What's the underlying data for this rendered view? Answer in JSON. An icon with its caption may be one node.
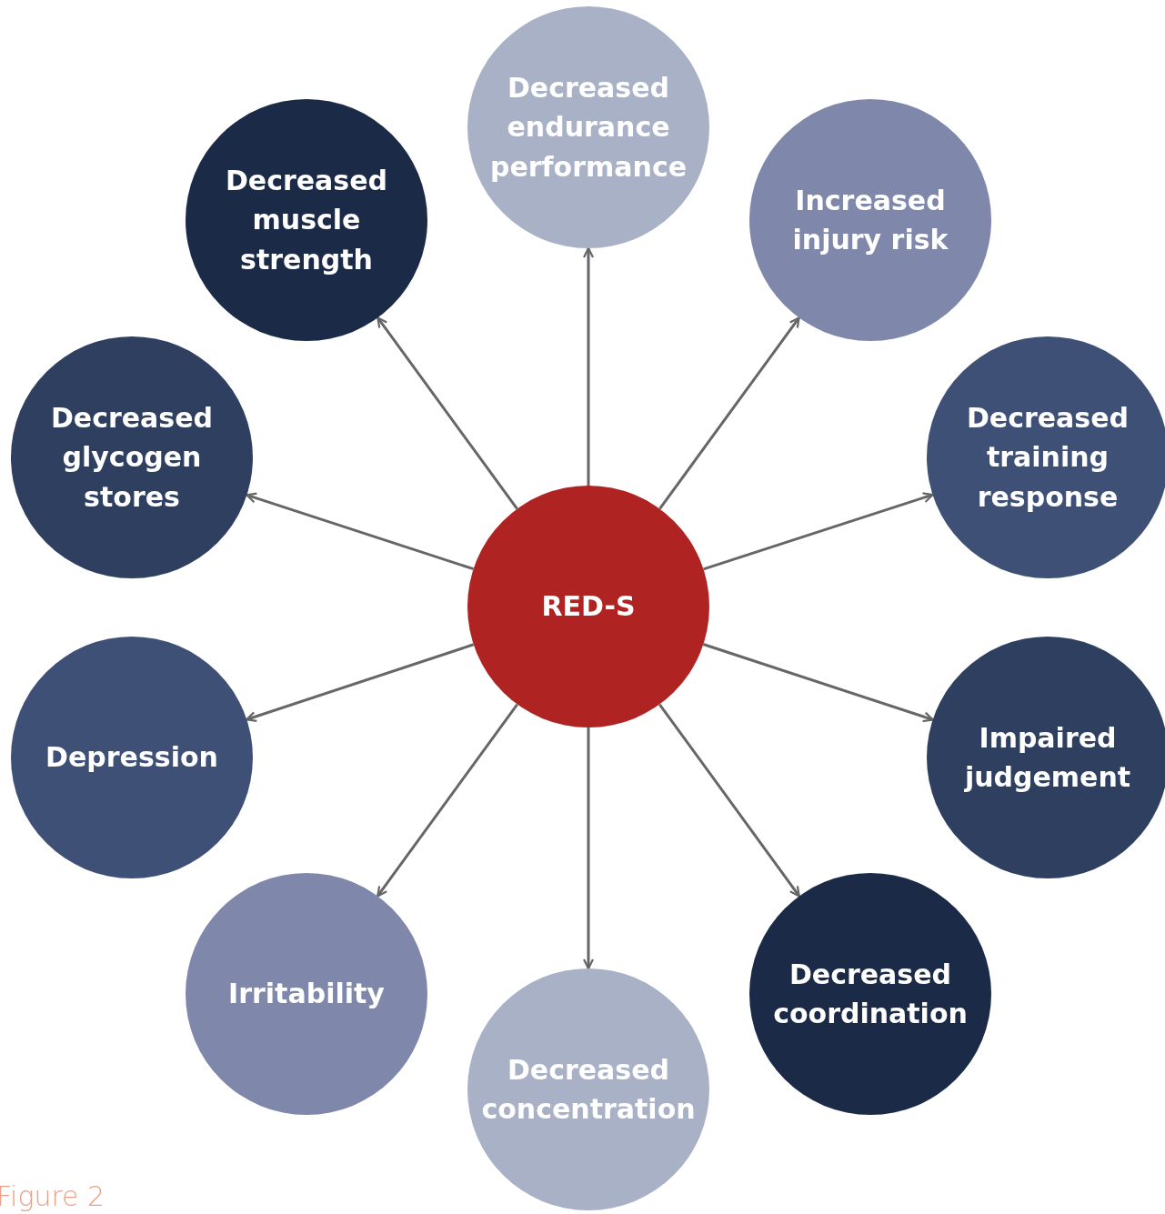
{
  "diagram": {
    "caption": "Figure 2",
    "nodes": [
      {
        "text": [
          "RED-S"
        ]
      },
      {
        "text": [
          "Decreased endurance performance"
        ]
      },
      {
        "text": [
          "Decreased muscle strength"
        ]
      },
      {
        "text": [
          "Increased injury risk"
        ]
      },
      {
        "text": [
          "Decreased glycogen stores"
        ]
      },
      {
        "text": [
          "Decreased training response"
        ]
      },
      {
        "text": [
          "Depression"
        ]
      },
      {
        "text": [
          "Impaired judgement"
        ]
      },
      {
        "text": [
          "Irritability"
        ]
      },
      {
        "text": [
          "Decreased coordination"
        ]
      },
      {
        "text": [
          "Decreased concentration"
        ]
      }
    ],
    "edges": [
      {
        "from": 0,
        "to": 1,
        "arrow": "to"
      },
      {
        "from": 0,
        "to": 2,
        "arrow": "to"
      },
      {
        "from": 0,
        "to": 3,
        "arrow": "to"
      },
      {
        "from": 0,
        "to": 4,
        "arrow": "to"
      },
      {
        "from": 0,
        "to": 5,
        "arrow": "to"
      },
      {
        "from": 0,
        "to": 6,
        "arrow": "to"
      },
      {
        "from": 0,
        "to": 7,
        "arrow": "to"
      },
      {
        "from": 0,
        "to": 8,
        "arrow": "to"
      },
      {
        "from": 0,
        "to": 9,
        "arrow": "to"
      },
      {
        "from": 0,
        "to": 10,
        "arrow": "to"
      }
    ]
  }
}
